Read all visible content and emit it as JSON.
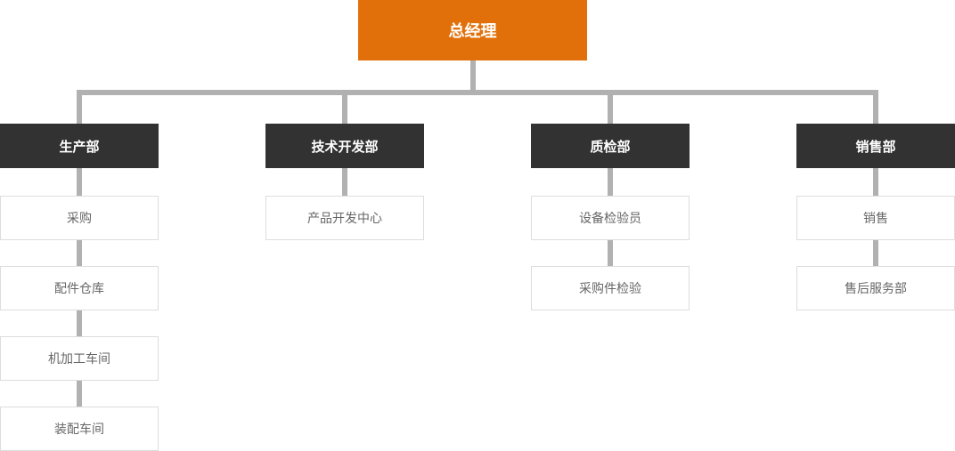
{
  "org_chart": {
    "root": {
      "label": "总经理"
    },
    "departments": [
      {
        "label": "生产部",
        "children": [
          "采购",
          "配件仓库",
          "机加工车间",
          "装配车间"
        ]
      },
      {
        "label": "技术开发部",
        "children": [
          "产品开发中心"
        ]
      },
      {
        "label": "质检部",
        "children": [
          "设备检验员",
          "采购件检验"
        ]
      },
      {
        "label": "销售部",
        "children": [
          "销售",
          "售后服务部"
        ]
      }
    ],
    "colors": {
      "root_bg": "#E2700A",
      "root_text": "#FFFFFF",
      "department_bg": "#323232",
      "department_text": "#FFFFFF",
      "child_bg": "#FFFFFF",
      "child_border": "#DDDDDD",
      "child_text": "#666666",
      "connector": "#B1B1B1"
    }
  }
}
